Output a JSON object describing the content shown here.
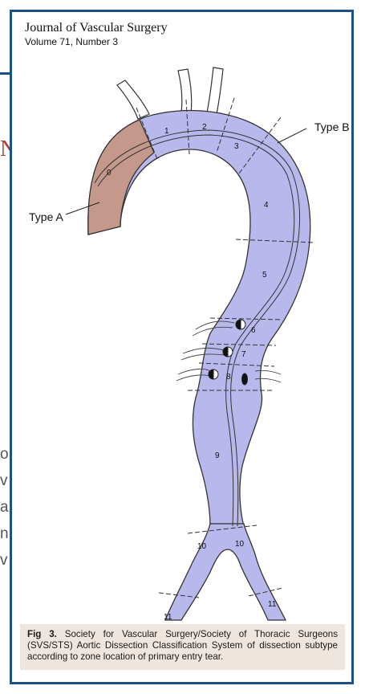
{
  "header": {
    "journal": "Journal of Vascular Surgery",
    "volume": "Volume 71, Number 3"
  },
  "figure": {
    "labels": {
      "type_a": "Type A",
      "type_b": "Type B",
      "zones": [
        "0",
        "1",
        "2",
        "3",
        "4",
        "5",
        "6",
        "7",
        "8",
        "9",
        "10",
        "10",
        "11",
        "11"
      ]
    },
    "colors": {
      "zone0": "#c4988a",
      "aorta": "#b9b8ec",
      "outline": "#333333",
      "frame": "#1d4f8c",
      "caption_bg": "#eee5df"
    }
  },
  "caption": {
    "label": "Fig 3.",
    "text": " Society for Vascular Surgery/Society of Thoracic Surgeons (SVS/STS) Aortic Dissection Classification System of dissection subtype according to zone location of primary entry tear."
  },
  "background_fragments": [
    "o",
    "v",
    "a",
    "n",
    "v"
  ]
}
